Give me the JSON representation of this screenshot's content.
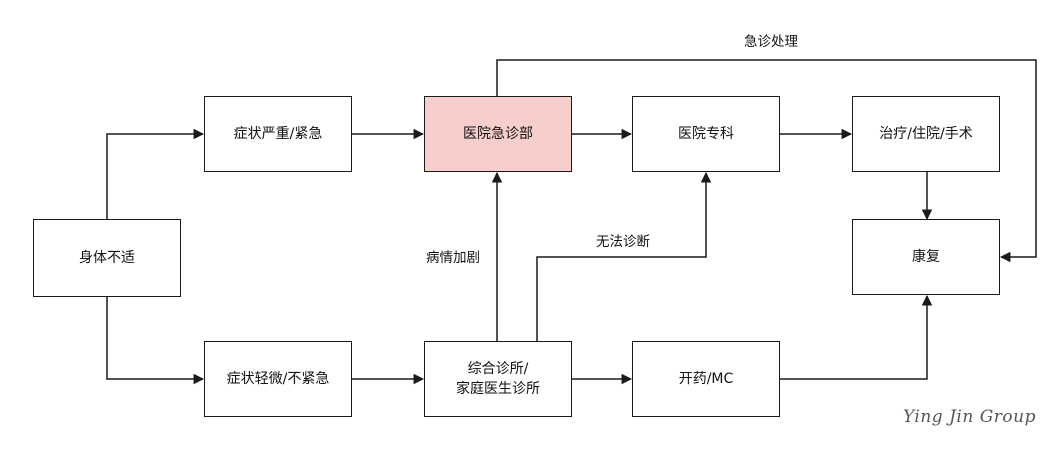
{
  "colors": {
    "highlight": "#f8cecc",
    "stroke": "#1a1a1a",
    "text": "#111111"
  },
  "nodes": {
    "discomfort": "身体不适",
    "severe": "症状严重/紧急",
    "mild": "症状轻微/不紧急",
    "er": "医院急诊部",
    "clinic": "综合诊所/\n家庭医生诊所",
    "specialist": "医院专科",
    "medication": "开药/MC",
    "treatment": "治疗/住院/手术",
    "recovery": "康复"
  },
  "edge_labels": {
    "emergency_treatment": "急诊处理",
    "worsening": "病情加剧",
    "undiagnosable": "无法诊断"
  },
  "watermark": "Ying Jin Group"
}
